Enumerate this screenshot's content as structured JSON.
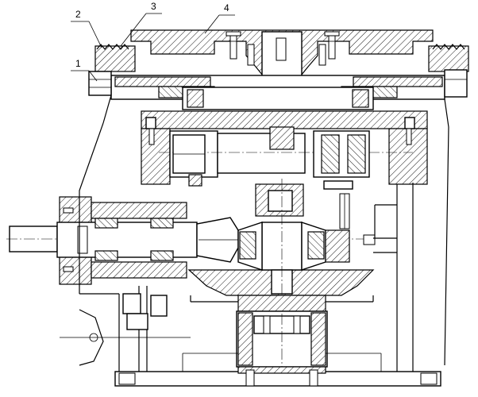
{
  "figure": {
    "callouts": [
      {
        "id": "c1",
        "label": "1"
      },
      {
        "id": "c2",
        "label": "2"
      },
      {
        "id": "c3",
        "label": "3"
      },
      {
        "id": "c4",
        "label": "4"
      }
    ]
  }
}
